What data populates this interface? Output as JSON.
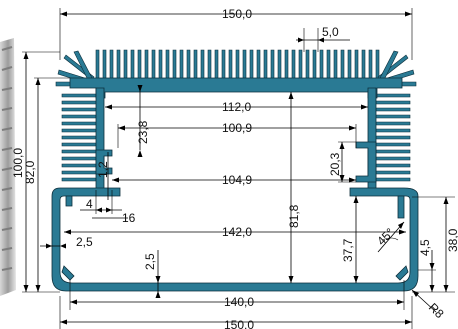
{
  "diagram": {
    "colors": {
      "profile_fill": "#2a7a94",
      "profile_edge": "#0d2f3c",
      "background": "#ffffff",
      "dimension_line": "#000000",
      "photo_strip": "#b8b8b8"
    },
    "dimensions": {
      "top_width": "150,0",
      "fin_pitch": "5,0",
      "upper_inner_width": "112,0",
      "upper_slot_width": "100,9",
      "mid_inner_width": "104,9",
      "lower_inner_width": "142,0",
      "bottom_inner_width": "140,0",
      "bottom_width": "150,0",
      "total_height": "100,0",
      "body_height": "82,0",
      "upper_cavity_height": "23,8",
      "center_height": "81,8",
      "right_slot_height": "20,3",
      "lower_cavity_height": "37,7",
      "right_outer_height": "38,0",
      "small_height": "4,5",
      "wall_thickness_left": "2,5",
      "wall_thickness_bottom": "2,5",
      "rail_thickness": "1,2",
      "rail_small": "4",
      "rail_width": "16",
      "chamfer_angle": "45°",
      "corner_radius": "R8"
    }
  }
}
